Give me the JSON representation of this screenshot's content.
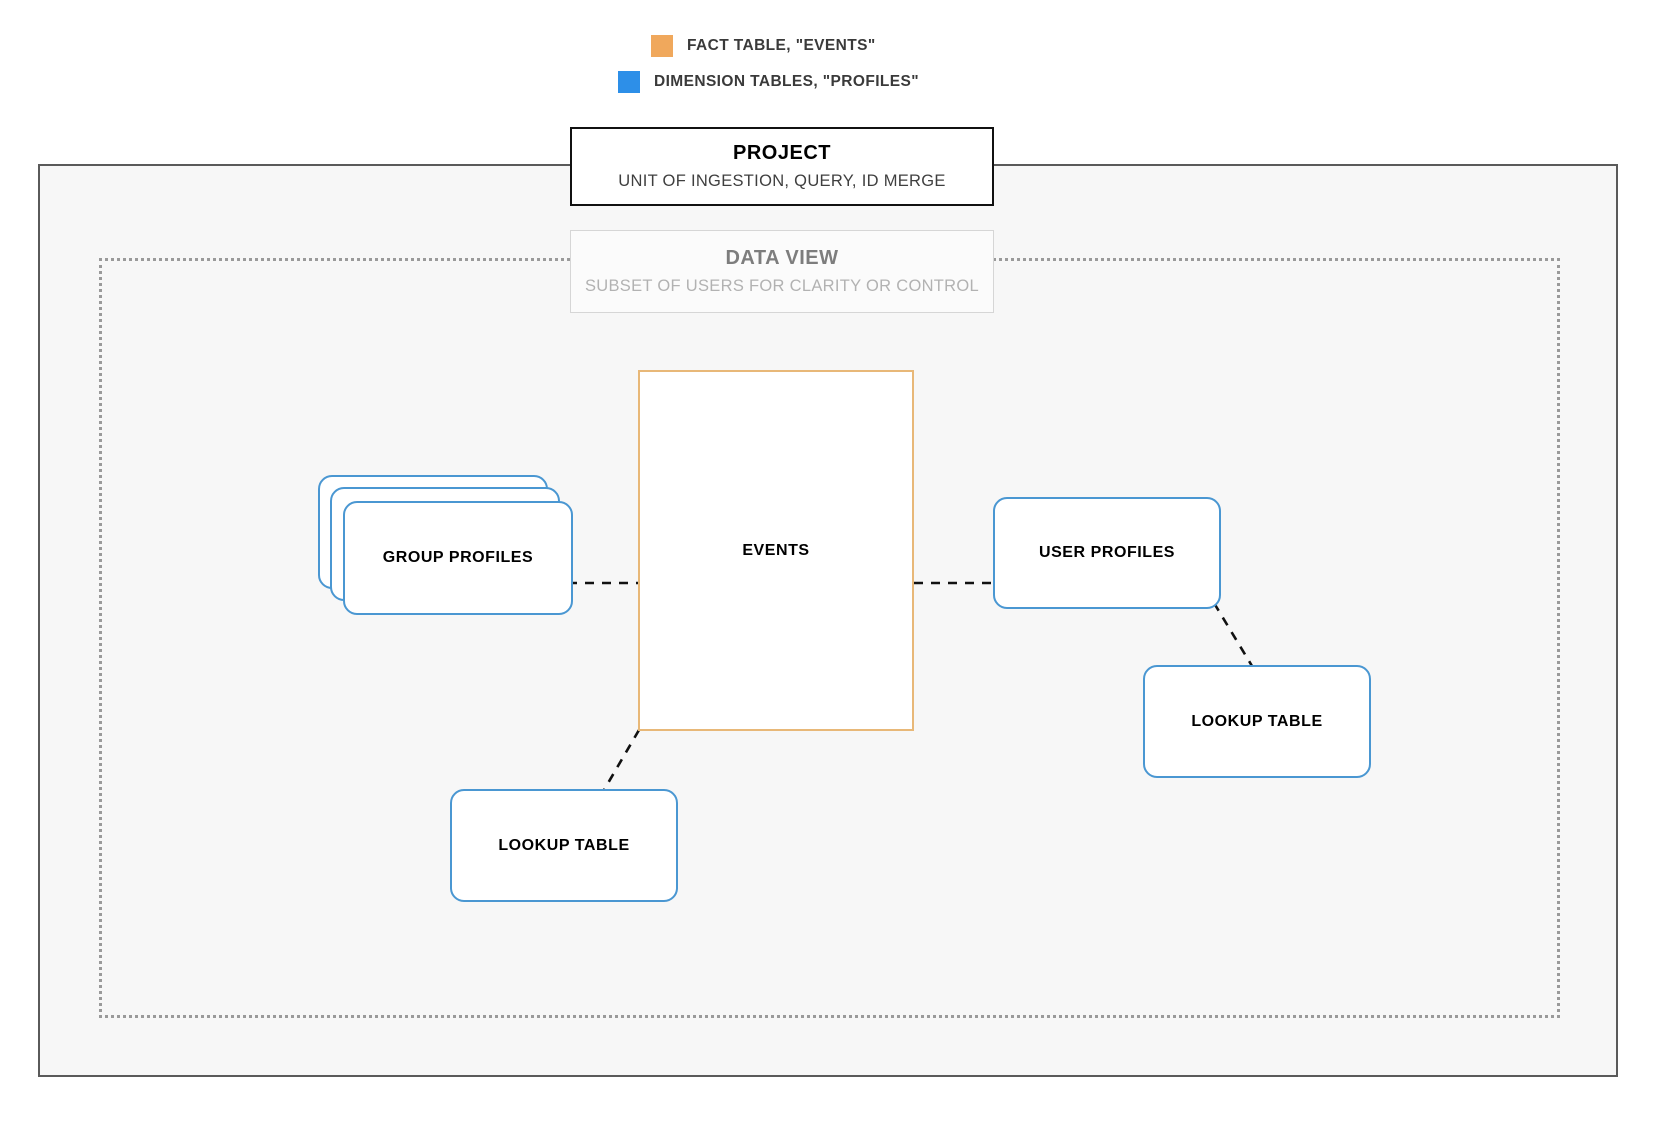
{
  "legend": {
    "items": [
      {
        "label": "FACT TABLE, \"EVENTS\"",
        "color": "#f0a85c",
        "icon": "orange-square-swatch"
      },
      {
        "label": "DIMENSION TABLES, \"PROFILES\"",
        "color": "#2d8fe8",
        "icon": "blue-square-swatch"
      }
    ]
  },
  "project": {
    "title": "PROJECT",
    "subtitle": "UNIT OF INGESTION, QUERY, ID MERGE",
    "border_color": "#111111"
  },
  "data_view": {
    "title": "DATA VIEW",
    "subtitle": "SUBSET OF USERS FOR CLARITY OR CONTROL",
    "border_color": "#d6d6d6"
  },
  "nodes": {
    "events": {
      "label": "EVENTS",
      "type": "fact-table",
      "color": "#e8b878"
    },
    "group_profiles": {
      "label": "GROUP PROFILES",
      "type": "dimension-table-stack",
      "color": "#4a97d2",
      "stack_count": 3
    },
    "user_profiles": {
      "label": "USER PROFILES",
      "type": "dimension-table",
      "color": "#4a97d2"
    },
    "lookup_left": {
      "label": "LOOKUP TABLE",
      "type": "dimension-table",
      "color": "#4a97d2"
    },
    "lookup_right": {
      "label": "LOOKUP TABLE",
      "type": "dimension-table",
      "color": "#4a97d2"
    }
  },
  "connections": [
    {
      "from": "group_profiles",
      "to": "events",
      "style": "dashed"
    },
    {
      "from": "events",
      "to": "user_profiles",
      "style": "dashed"
    },
    {
      "from": "user_profiles",
      "to": "lookup_right",
      "style": "dashed"
    },
    {
      "from": "events",
      "to": "lookup_left",
      "style": "dashed"
    }
  ],
  "containers": {
    "outer_fill": "#f7f7f7",
    "outer_border": "#5a5a5a",
    "inner_border": "#9a9a9a"
  }
}
